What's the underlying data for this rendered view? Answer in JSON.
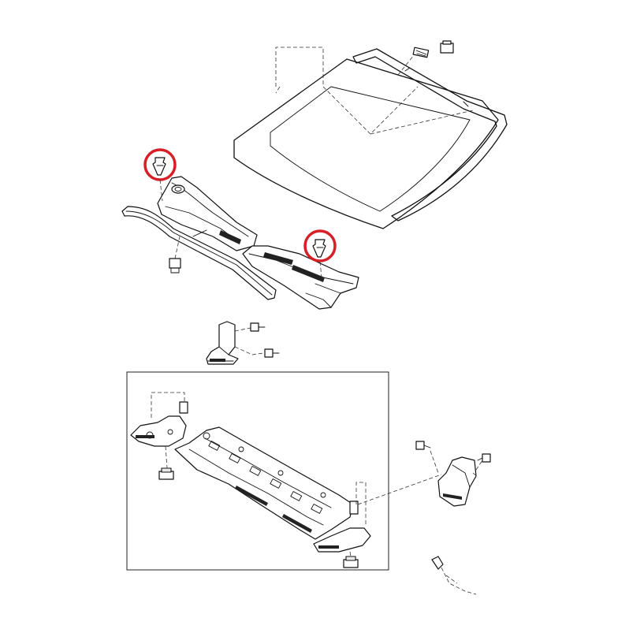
{
  "diagram": {
    "kind": "exploded-parts-diagram",
    "highlight_color": "#d61f26",
    "line_color": "#111111",
    "background": "#ffffff",
    "highlighted_parts": [
      {
        "name": "cowl-clip-left",
        "icon": "push-clip-icon"
      },
      {
        "name": "cowl-clip-right",
        "icon": "push-clip-icon"
      }
    ],
    "parts": [
      "windshield-glass",
      "windshield-molding",
      "cowl-top-panel",
      "cowl-seal-strip",
      "cowl-mounting-bracket",
      "cowl-cross-member",
      "side-bracket"
    ]
  }
}
